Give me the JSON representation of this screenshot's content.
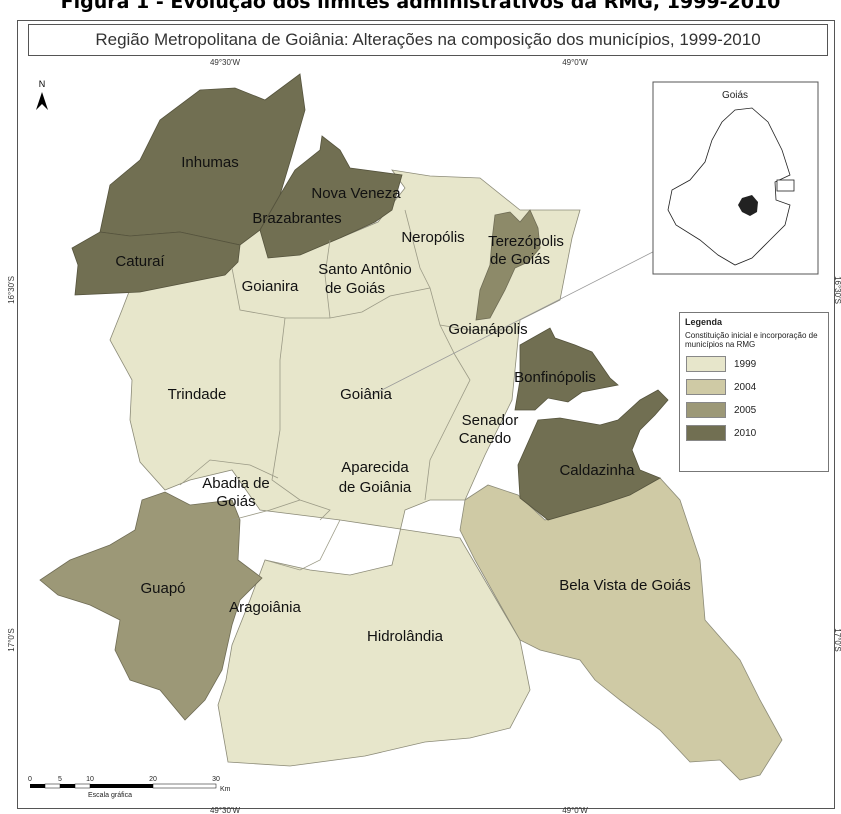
{
  "caption": "Figura 1 - Evolução dos limites administrativos da RMG, 1999-2010",
  "map_title": "Região Metropolitana de Goiânia: Alterações na composição dos municípios, 1999-2010",
  "coordinates": {
    "top_left": "49°30'W",
    "top_right": "49°0'W",
    "bottom_left": "49°30'W",
    "bottom_right": "49°0'W",
    "left_upper": "16°30'S",
    "left_lower": "17°0'S",
    "right_upper": "16°30'S",
    "right_lower": "17°0'S"
  },
  "north_arrow": "N",
  "inset": {
    "title": "Goiás"
  },
  "legend": {
    "title": "Legenda",
    "subtitle": "Constituição inicial e incorporação de municípios na RMG",
    "items": [
      {
        "label": "1999",
        "color": "#e7e6cb"
      },
      {
        "label": "2004",
        "color": "#cfcaa5"
      },
      {
        "label": "2005",
        "color": "#9c9877"
      },
      {
        "label": "2010",
        "color": "#716f52"
      }
    ]
  },
  "scale": {
    "ticks": [
      "0",
      "5",
      "10",
      "20",
      "30"
    ],
    "unit": "Km",
    "label": "Escala gráfica"
  },
  "municipalities": {
    "inhumas": "Inhumas",
    "nova_veneza": "Nova Veneza",
    "brazabrantes": "Brazabrantes",
    "neropolis": "Neropólis",
    "terezopolis_1": "Terezópolis",
    "terezopolis_2": "de Goiás",
    "caturai": "Caturaí",
    "goianira": "Goianira",
    "santo_antonio_1": "Santo Antônio",
    "santo_antonio_2": "de Goiás",
    "goianapolis": "Goianápolis",
    "bonfinopolis": "Bonfinópolis",
    "trindade": "Trindade",
    "goiania": "Goiânia",
    "senador_canedo_1": "Senador",
    "senador_canedo_2": "Canedo",
    "caldazinha": "Caldazinha",
    "abadia_1": "Abadia de",
    "abadia_2": "Goiás",
    "aparecida_1": "Aparecida",
    "aparecida_2": "de Goiânia",
    "guapo": "Guapó",
    "bela_vista": "Bela Vista de Goiás",
    "aragoiania": "Aragoiânia",
    "hidrolandia": "Hidrolândia"
  }
}
